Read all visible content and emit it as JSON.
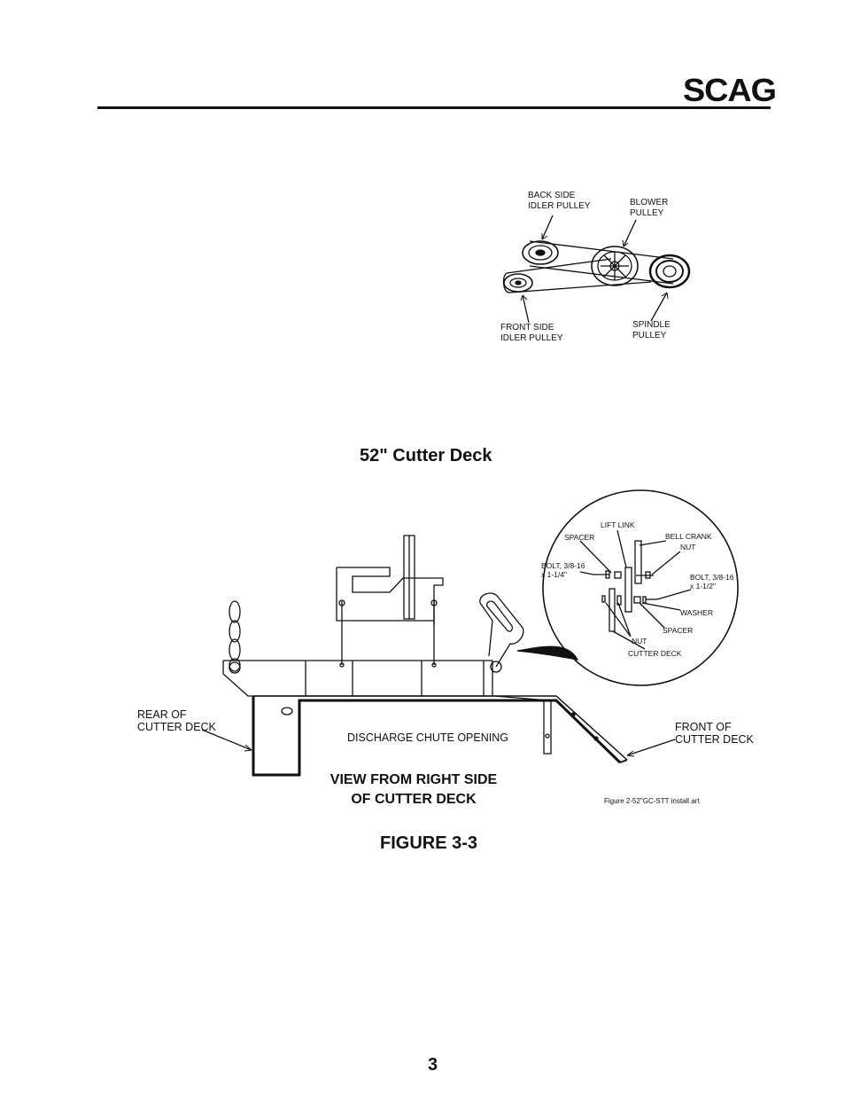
{
  "header": {
    "logo": "SCAG"
  },
  "belt_figure": {
    "labels": {
      "back_side_idler": "BACK SIDE\nIDLER PULLEY",
      "blower_pulley": "BLOWER\nPULLEY",
      "front_side_idler": "FRONT SIDE\nIDLER PULLEY",
      "spindle_pulley": "SPINDLE\nPULLEY"
    }
  },
  "deck_figure": {
    "title": "52\" Cutter Deck",
    "detail_labels": {
      "lift_link": "LIFT LINK",
      "spacer_top": "SPACER",
      "bell_crank": "BELL CRANK",
      "nut_top": "NUT",
      "bolt_left": "BOLT, 3/8-16\nx 1-1/4\"",
      "bolt_right": "BOLT, 3/8-16\nx 1-1/2\"",
      "washer": "WASHER",
      "spacer_bottom": "SPACER",
      "nut_bottom": "NUT",
      "cutter_deck": "CUTTER DECK"
    },
    "rear_label": "REAR OF\nCUTTER DECK",
    "front_label": "FRONT OF\nCUTTER DECK",
    "discharge_label": "DISCHARGE CHUTE OPENING",
    "view_label": "VIEW FROM RIGHT SIDE\nOF CUTTER DECK",
    "art_caption": "Figure 2-52\"GC-STT install art"
  },
  "figure_caption": "FIGURE  3-3",
  "page_number": "3"
}
